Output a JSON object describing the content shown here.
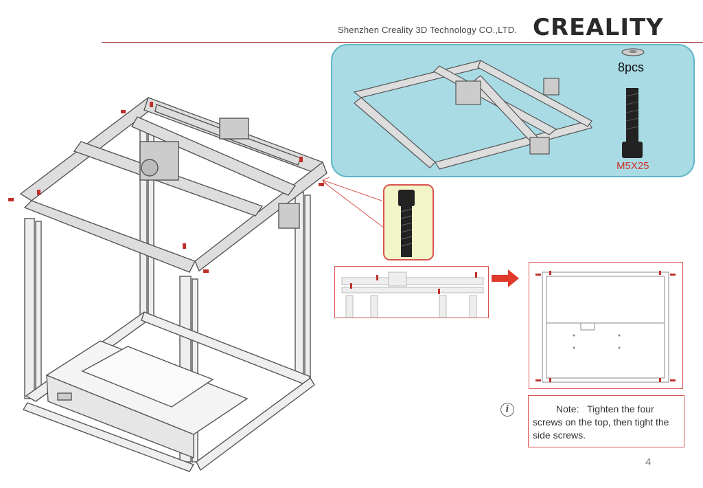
{
  "header": {
    "company": "Shenzhen Creality 3D Technology CO.,LTD.",
    "logo_text": "CREALITY"
  },
  "parts_panel": {
    "quantity": "8pcs",
    "screw_size": "M5X25"
  },
  "note": {
    "label": "Note:",
    "text": "Tighten the four screws on the top, then tight the side screws."
  },
  "page_number": "4",
  "colors": {
    "accent_red": "#d9534f",
    "panel_blue": "#a9dbe5",
    "panel_border": "#5fb6c6",
    "zoom_fill": "#f2f5c8"
  }
}
